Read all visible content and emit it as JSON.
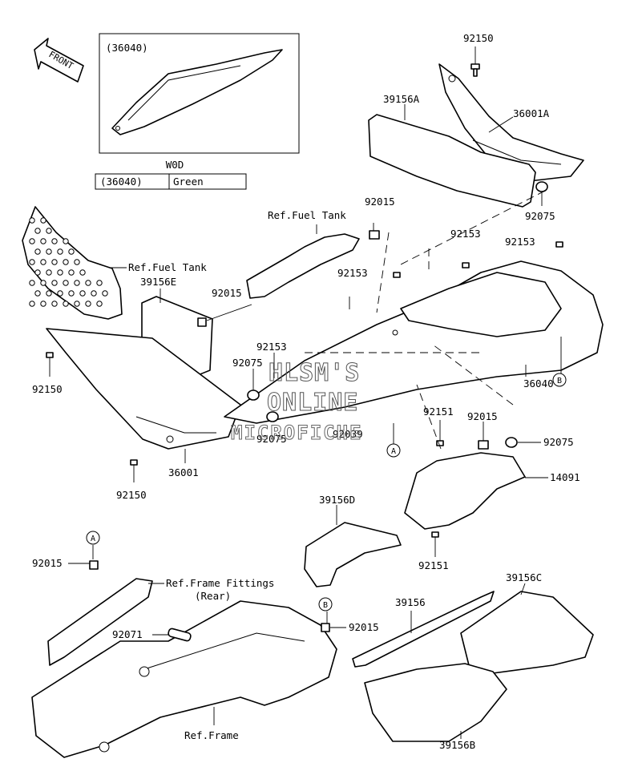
{
  "front_arrow": {
    "label": "FRONT"
  },
  "inset": {
    "part_ref": "(36040)",
    "color_table": {
      "header": "W0D",
      "rows": [
        {
          "part": "(36040)",
          "color": "Green"
        }
      ]
    }
  },
  "callouts": {
    "c_92150_top": "92150",
    "c_39156A": "39156A",
    "c_36001A": "36001A",
    "c_92075_top": "92075",
    "c_92015_a": "92015",
    "c_92153_a": "92153",
    "c_92153_b": "92153",
    "c_92153_c": "92153",
    "c_92153_d": "92153",
    "c_ref_fuel_tank_1": "Ref.Fuel Tank",
    "c_ref_fuel_tank_2": "Ref.Fuel Tank",
    "c_39156E": "39156E",
    "c_92015_b": "92015",
    "c_92150_left": "92150",
    "c_92075_mid": "92075",
    "c_92075_mid2": "92075",
    "c_92039": "92039",
    "c_36040": "36040",
    "c_36001": "36001",
    "c_92150_bottom": "92150",
    "c_92151_a": "92151",
    "c_92015_c": "92015",
    "c_92075_right": "92075",
    "c_14091": "14091",
    "c_39156D": "39156D",
    "c_92151_b": "92151",
    "c_92015_d": "92015",
    "c_ref_frame_fittings": "Ref.Frame Fittings",
    "c_ref_frame_fittings_sub": "(Rear)",
    "c_92071": "92071",
    "c_92015_e": "92015",
    "c_39156": "39156",
    "c_39156C": "39156C",
    "c_ref_frame": "Ref.Frame",
    "c_39156B": "39156B"
  },
  "markers": {
    "A_top": "A",
    "B_top": "B",
    "A_bottom": "A",
    "B_bottom": "B"
  },
  "watermark": {
    "line1": "HLSM'S",
    "line2": "ONLINE",
    "line3": "MICROFICHE"
  }
}
